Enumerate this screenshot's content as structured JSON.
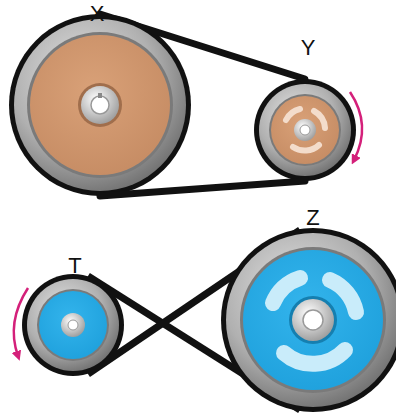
{
  "diagram": {
    "labels": [
      "X",
      "Y",
      "T",
      "Z"
    ]
  }
}
